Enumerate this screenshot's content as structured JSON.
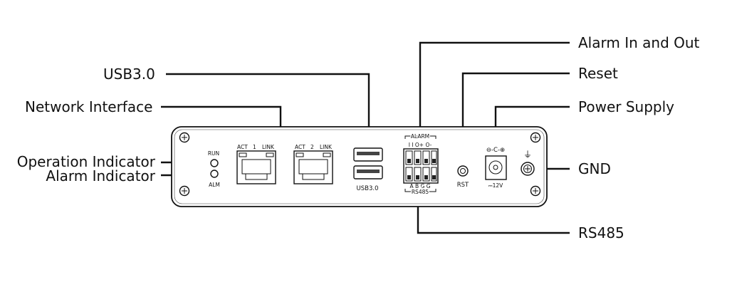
{
  "callouts": {
    "alarm_in_out": "Alarm In and Out",
    "reset": "Reset",
    "power_supply": "Power Supply",
    "gnd": "GND",
    "rs485": "RS485",
    "usb30": "USB3.0",
    "network_interface": "Network Interface",
    "operation_indicator": "Operation Indicator",
    "alarm_indicator": "Alarm Indicator"
  },
  "panel": {
    "led_run": "RUN",
    "led_alm": "ALM",
    "eth1": {
      "act": "ACT",
      "num": "1",
      "link": "LINK"
    },
    "eth2": {
      "act": "ACT",
      "num": "2",
      "link": "LINK"
    },
    "usb_label": "USB3.0",
    "alarm_label": "ALARM",
    "alarm_pins": "I   I  O+ O-",
    "rs485_pins": "A   B   G   G",
    "rs485_label": "RS485",
    "rst_label": "RST",
    "dc_label": "⎓12V",
    "dc_symbol": "⊖-C-⊕",
    "ground_symbol": "⏚"
  },
  "colors": {
    "line": "#111111",
    "background": "#ffffff"
  }
}
